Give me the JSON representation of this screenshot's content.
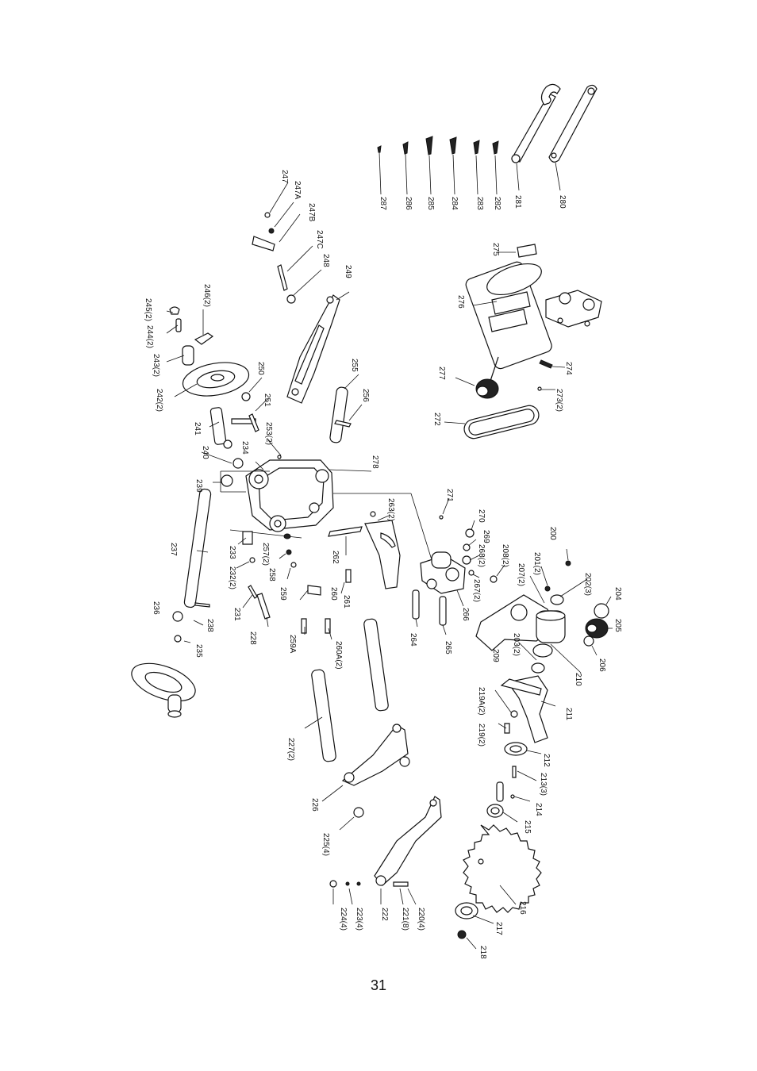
{
  "page_number": "31",
  "labels": {
    "l200": "200",
    "l201": "201(2)",
    "l202": "202(3)",
    "l203": "203(2)",
    "l204": "204",
    "l205": "205",
    "l206": "206",
    "l207": "207(2)",
    "l208": "208(2)",
    "l209": "209",
    "l210": "210",
    "l211": "211",
    "l212": "212",
    "l213": "213(3)",
    "l214": "214",
    "l215": "215",
    "l216": "216",
    "l217": "217",
    "l218": "218",
    "l219": "219(2)",
    "l219a": "219A(2)",
    "l220": "220(4)",
    "l221": "221(8)",
    "l222": "222",
    "l223": "223(4)",
    "l224": "224(4)",
    "l225": "225(4)",
    "l226": "226",
    "l227": "227(2)",
    "l228": "228",
    "l231": "231",
    "l232": "232(2)",
    "l233": "233",
    "l234": "234",
    "l235": "235",
    "l236": "236",
    "l237": "237",
    "l238": "238",
    "l239": "239",
    "l240": "240",
    "l241": "241",
    "l242": "242(2)",
    "l243": "243(2)",
    "l244": "244(2)",
    "l245": "245(2)",
    "l246": "246(2)",
    "l247": "247",
    "l247a": "247A",
    "l247b": "247B",
    "l247c": "247C",
    "l248": "248",
    "l249": "249",
    "l250": "250",
    "l251": "251",
    "l253": "253(2)",
    "l255": "255",
    "l256": "256",
    "l257": "257(2)",
    "l258": "258",
    "l259": "259",
    "l259a": "259A",
    "l260": "260",
    "l260a": "260A(2)",
    "l261": "261",
    "l262": "262",
    "l263": "263(2)",
    "l264": "264",
    "l265": "265",
    "l266": "266",
    "l267": "267(2)",
    "l268": "268(2)",
    "l269": "269",
    "l270": "270",
    "l271": "271",
    "l272": "272",
    "l273": "273(2)",
    "l274": "274",
    "l275": "275",
    "l276": "276",
    "l277": "277",
    "l278": "278",
    "l280": "280",
    "l281": "281",
    "l282": "282",
    "l283": "283",
    "l284": "284",
    "l285": "285",
    "l286": "286",
    "l287": "287"
  }
}
